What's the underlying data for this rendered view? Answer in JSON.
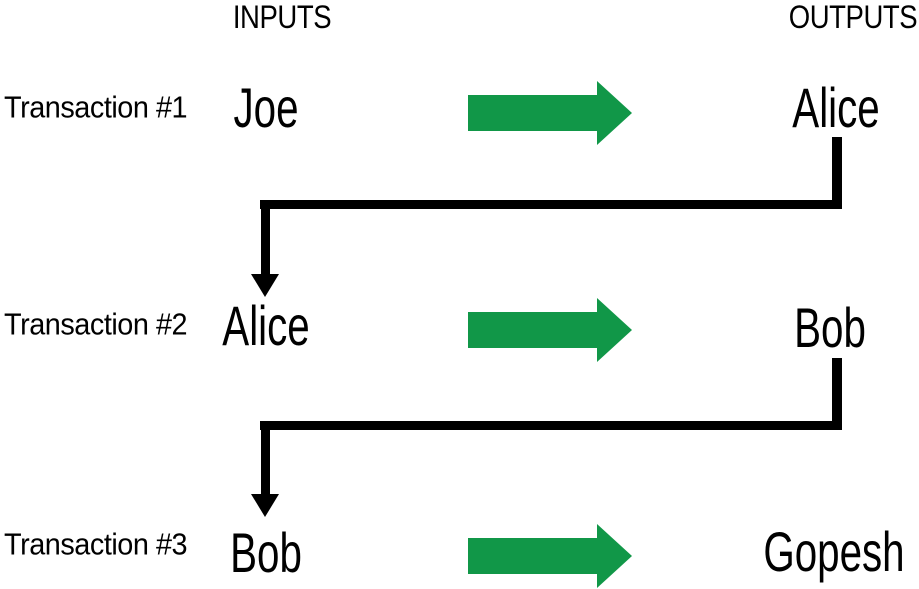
{
  "headers": {
    "inputs": "INPUTS",
    "outputs": "OUTPUTS"
  },
  "rows": [
    {
      "label": "Transaction #1",
      "input": "Joe",
      "output": "Alice"
    },
    {
      "label": "Transaction #2",
      "input": "Alice",
      "output": "Bob"
    },
    {
      "label": "Transaction #3",
      "input": "Bob",
      "output": "Gopesh"
    }
  ],
  "connections": [
    {
      "from_transaction": "Transaction #1",
      "from_output": "Alice",
      "to_transaction": "Transaction #2",
      "to_input": "Alice"
    },
    {
      "from_transaction": "Transaction #2",
      "from_output": "Bob",
      "to_transaction": "Transaction #3",
      "to_input": "Bob"
    }
  ],
  "colors": {
    "arrow_green": "#119748",
    "connector_black": "#000000",
    "text": "#000000",
    "background": "#ffffff"
  }
}
